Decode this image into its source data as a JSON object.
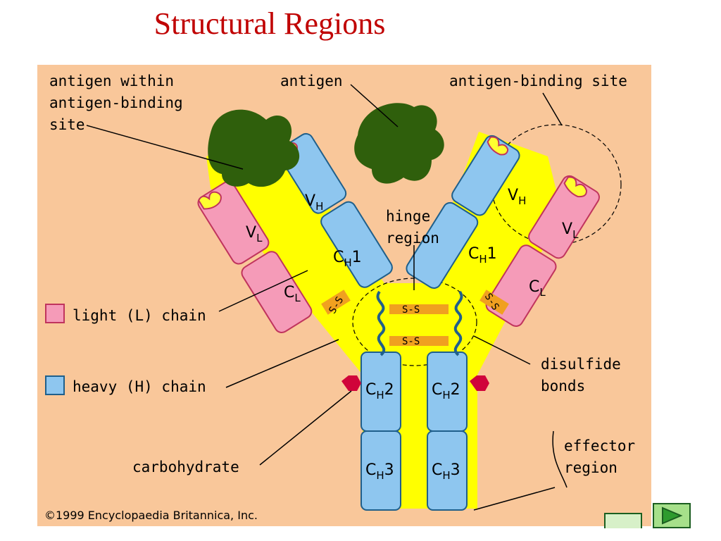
{
  "title": "Structural Regions",
  "colors": {
    "background": "#f9c79a",
    "light_chain": "#f59bb8",
    "heavy_chain": "#8ec6ef",
    "hinge_yellow": "#ffff00",
    "antigen": "#2f5f0c",
    "carbohydrate": "#d0043a",
    "disulfide": "#f0a020",
    "binding_pocket": "#ffff30"
  },
  "labels": {
    "antigen_within": [
      "antigen within",
      "antigen-binding",
      "site"
    ],
    "antigen": "antigen",
    "antigen_binding_site": "antigen-binding site",
    "hinge_region": [
      "hinge",
      "region"
    ],
    "light_chain": "light (L) chain",
    "heavy_chain": "heavy (H) chain",
    "disulfide_bonds": [
      "disulfide",
      "bonds"
    ],
    "effector_region": [
      "effector",
      "region"
    ],
    "carbohydrate": "carbohydrate",
    "copyright": "©1999 Encyclopaedia Britannica, Inc."
  },
  "domains": {
    "vh_left": {
      "main": "V",
      "sub": "H"
    },
    "vl_left": {
      "main": "V",
      "sub": "L"
    },
    "ch1_left": {
      "main": "C",
      "sub": "H",
      "suffix": "1"
    },
    "cl_left": {
      "main": "C",
      "sub": "L"
    },
    "vh_right": {
      "main": "V",
      "sub": "H"
    },
    "vl_right": {
      "main": "V",
      "sub": "L"
    },
    "ch1_right": {
      "main": "C",
      "sub": "H",
      "suffix": "1"
    },
    "cl_right": {
      "main": "C",
      "sub": "L"
    },
    "ch2_left": {
      "main": "C",
      "sub": "H",
      "suffix": "2"
    },
    "ch2_right": {
      "main": "C",
      "sub": "H",
      "suffix": "2"
    },
    "ch3_left": {
      "main": "C",
      "sub": "H",
      "suffix": "3"
    },
    "ch3_right": {
      "main": "C",
      "sub": "H",
      "suffix": "3"
    }
  },
  "bonds": {
    "ss_upper": "S-S",
    "ss_lower": "S-S",
    "ss_left": "S-S",
    "ss_right": "S-S"
  },
  "navigation": {
    "back_icon": "back-button-icon",
    "next_icon": "play-triangle-icon"
  }
}
